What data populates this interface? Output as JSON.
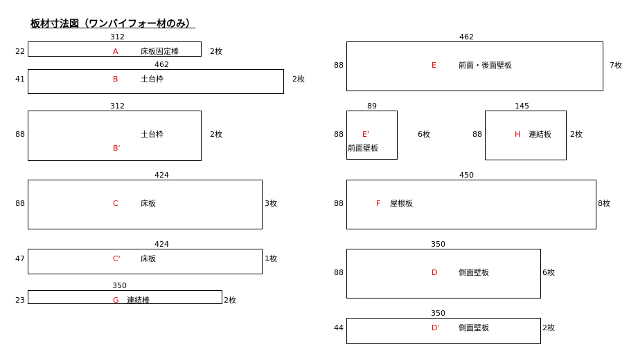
{
  "title": "板材寸法図（ワンバイフォー材のみ）",
  "colors": {
    "letter": "#e00000",
    "text": "#000000",
    "outline": "#000000"
  },
  "boards": {
    "A": {
      "width": "312",
      "height": "22",
      "letter": "A",
      "name": "床板固定棒",
      "count": "2枚"
    },
    "B": {
      "width": "462",
      "height": "41",
      "letter": "B",
      "name": "土台枠",
      "count": "2枚"
    },
    "Bp": {
      "width": "312",
      "height": "88",
      "letter": "B'",
      "name": "土台枠",
      "count": "2枚"
    },
    "C": {
      "width": "424",
      "height": "88",
      "letter": "C",
      "name": "床板",
      "count": "3枚"
    },
    "Cp": {
      "width": "424",
      "height": "47",
      "letter": "C'",
      "name": "床板",
      "count": "1枚"
    },
    "G": {
      "width": "350",
      "height": "23",
      "letter": "G",
      "name": "連結棒",
      "count": "2枚"
    },
    "E": {
      "width": "462",
      "height": "88",
      "letter": "E",
      "name": "前面・後面壁板",
      "count": "7枚"
    },
    "Ep": {
      "width": "89",
      "height": "88",
      "letter": "E'",
      "name": "前面壁板",
      "count": "6枚"
    },
    "H": {
      "width": "145",
      "height": "88",
      "letter": "H",
      "name": "連結板",
      "count": "2枚"
    },
    "F": {
      "width": "450",
      "height": "88",
      "letter": "F",
      "name": "屋根板",
      "count": "8枚"
    },
    "D": {
      "width": "350",
      "height": "88",
      "letter": "D",
      "name": "側面壁板",
      "count": "6枚"
    },
    "Dp": {
      "width": "350",
      "height": "44",
      "letter": "D'",
      "name": "側面壁板",
      "count": "2枚"
    }
  }
}
